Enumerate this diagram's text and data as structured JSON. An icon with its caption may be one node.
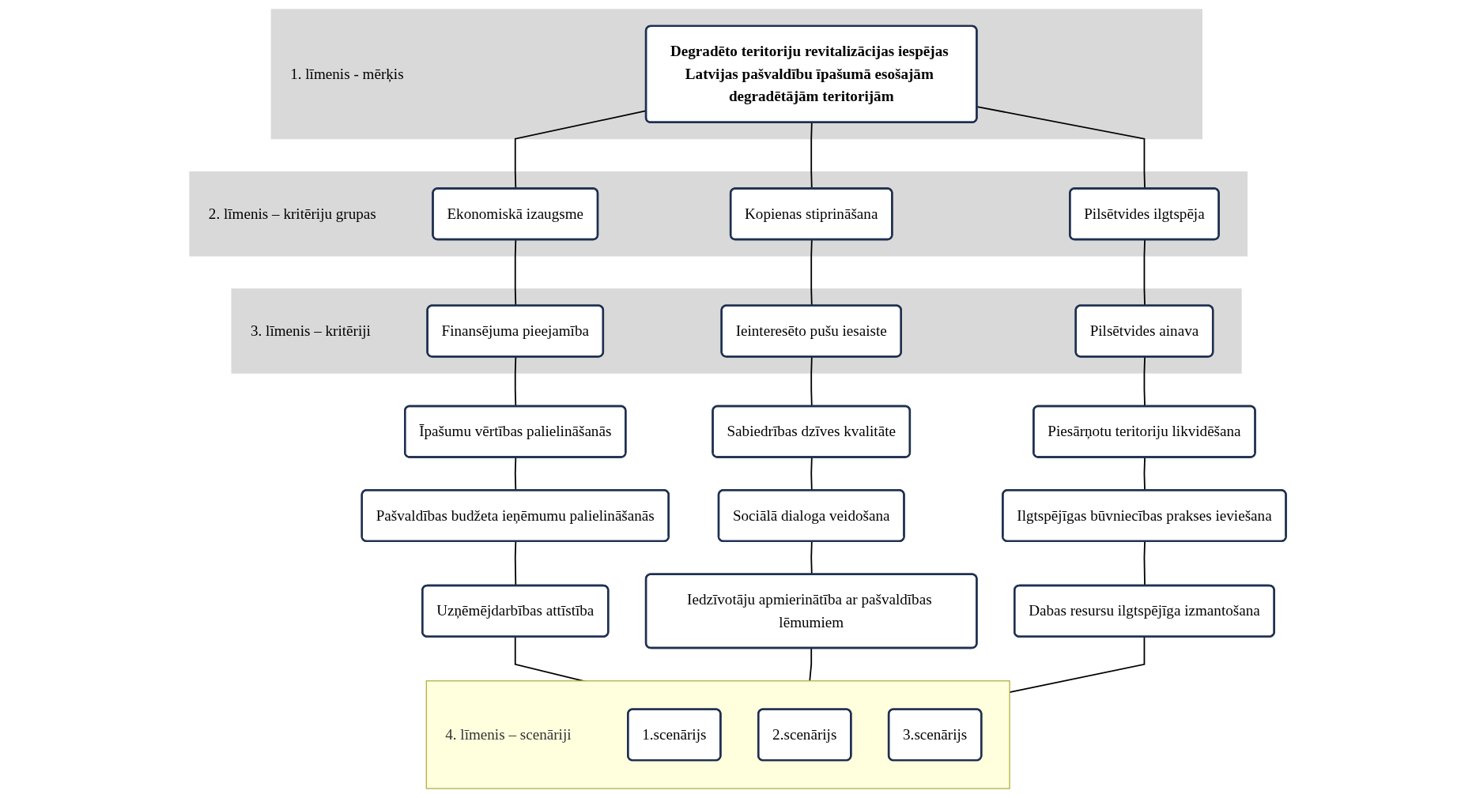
{
  "diagram": {
    "nodes": [
      {
        "text": [
          "1. līmenis - mērķis"
        ]
      },
      {
        "text": [
          "Degradēto teritoriju revitalizācijas iespējas Latvijas pašvaldību īpašumā esošajām degradētājām teritorijām"
        ],
        "in": 0
      },
      {
        "text": [
          "2. līmenis – kritēriju grupas"
        ]
      },
      {
        "text": [
          "Ekonomiskā izaugsme"
        ],
        "in": 2
      },
      {
        "text": [
          "Kopienas stiprināšana"
        ],
        "in": 2
      },
      {
        "text": [
          "Pilsētvides ilgtspēja"
        ],
        "in": 2
      },
      {
        "text": [
          "3. līmenis – kritēriji"
        ]
      },
      {
        "text": [
          "Finansējuma pieejamība"
        ],
        "in": 6
      },
      {
        "text": [
          "Ieinteresēto pušu iesaiste"
        ],
        "in": 6
      },
      {
        "text": [
          "Pilsētvides ainava"
        ],
        "in": 6
      },
      {
        "text": [
          "Īpašumu vērtības palielināšanās"
        ]
      },
      {
        "text": [
          "Sabiedrības dzīves kvalitāte"
        ]
      },
      {
        "text": [
          "Piesārņotu teritoriju likvidēšana"
        ]
      },
      {
        "text": [
          "Pašvaldības budžeta ieņēmumu palielināšanās"
        ]
      },
      {
        "text": [
          "Sociālā dialoga veidošana"
        ]
      },
      {
        "text": [
          "Ilgtspējīgas būvniecības prakses ieviešana"
        ]
      },
      {
        "text": [
          "Uzņēmējdarbības attīstība"
        ]
      },
      {
        "text": [
          "Iedzīvotāju apmierinātība ar pašvaldības lēmumiem"
        ]
      },
      {
        "text": [
          "Dabas resursu ilgtspējīga izmantošana"
        ]
      },
      {
        "text": [
          "4. līmenis – scenāriji"
        ]
      },
      {
        "text": [
          "1.scenārijs"
        ],
        "in": 19
      },
      {
        "text": [
          "2.scenārijs"
        ],
        "in": 19
      },
      {
        "text": [
          "3.scenārijs"
        ],
        "in": 19
      }
    ],
    "edges": [
      {
        "from": 1,
        "to": 3,
        "arrow": "none"
      },
      {
        "from": 1,
        "to": 4,
        "arrow": "none"
      },
      {
        "from": 1,
        "to": 5,
        "arrow": "none"
      },
      {
        "from": 3,
        "to": 7,
        "arrow": "none"
      },
      {
        "from": 4,
        "to": 8,
        "arrow": "none"
      },
      {
        "from": 5,
        "to": 9,
        "arrow": "none"
      },
      {
        "from": 7,
        "to": 10,
        "arrow": "none"
      },
      {
        "from": 8,
        "to": 11,
        "arrow": "none"
      },
      {
        "from": 9,
        "to": 12,
        "arrow": "none"
      },
      {
        "from": 10,
        "to": 13,
        "arrow": "none"
      },
      {
        "from": 11,
        "to": 14,
        "arrow": "none"
      },
      {
        "from": 12,
        "to": 15,
        "arrow": "none"
      },
      {
        "from": 13,
        "to": 16,
        "arrow": "none"
      },
      {
        "from": 14,
        "to": 17,
        "arrow": "none"
      },
      {
        "from": 15,
        "to": 18,
        "arrow": "none"
      },
      {
        "from": 16,
        "to": 19,
        "arrow": "none"
      },
      {
        "from": 17,
        "to": 19,
        "arrow": "none"
      },
      {
        "from": 18,
        "to": 19,
        "arrow": "none"
      }
    ]
  }
}
